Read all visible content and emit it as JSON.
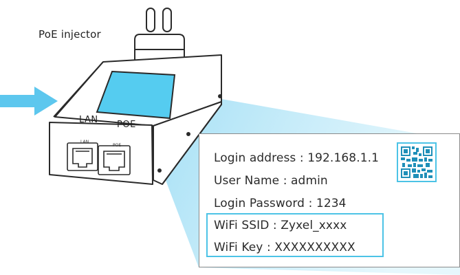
{
  "device": {
    "name": "PoE injector",
    "ports": {
      "lan_label": "LAN",
      "poe_label": "POE"
    },
    "port_small_labels": {
      "lan": "LAN",
      "poe": "POE"
    }
  },
  "label_card": {
    "login_address": "Login address : 192.168.1.1",
    "user_name": "User Name : admin",
    "login_password": "Login Password : 1234",
    "wifi_ssid": "WiFi SSID : Zyxel_xxxx",
    "wifi_key": "WiFi Key : XXXXXXXXXX",
    "qr_icon": "qr-code-icon"
  },
  "colors": {
    "accent": "#4cc3e6",
    "highlight_fill": "#55ccf0",
    "callout_beam": "#bfe9f7",
    "arrow": "#5dc7ee",
    "outline": "#2a2a2a"
  }
}
